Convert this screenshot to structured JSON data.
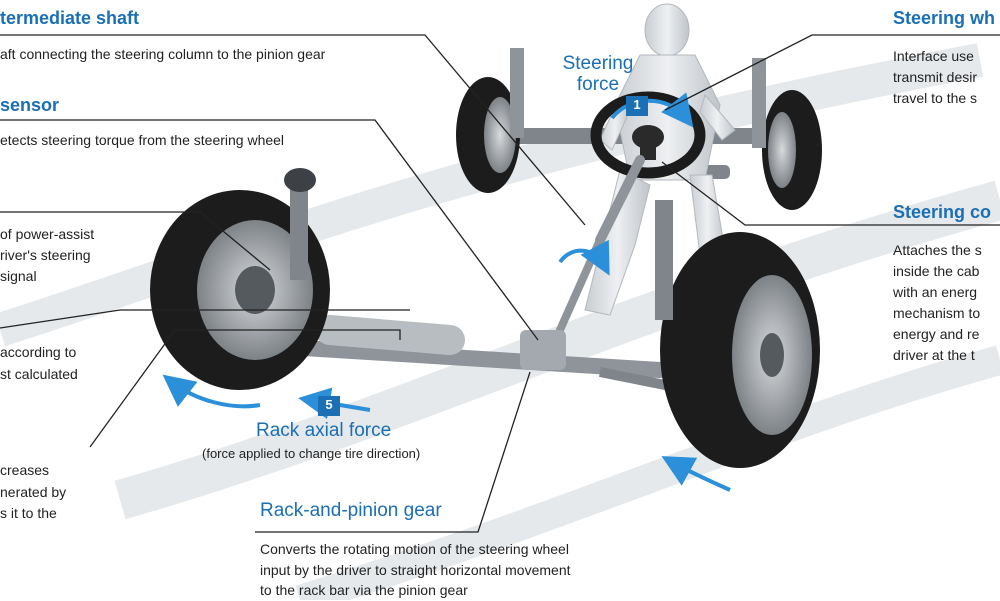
{
  "labels": {
    "intermediate_title": "termediate shaft",
    "intermediate_desc": "aft connecting the steering column to the pinion gear",
    "sensor_title": "sensor",
    "sensor_desc": "etects steering torque from the steering wheel",
    "ecu_line1": "of power-assist",
    "ecu_line2": "river's steering",
    "ecu_line3": "signal",
    "motor_line1": "according to",
    "motor_line2": "st calculated",
    "reducer_line1": "creases",
    "reducer_line2": "nerated by",
    "reducer_line3": "s it to the",
    "steering_wheel_title": "Steering wh",
    "steering_wheel_line1": "Interface use",
    "steering_wheel_line2": "transmit desir",
    "steering_wheel_line3": "travel to the s",
    "column_title": "Steering co",
    "column_line1": "Attaches the s",
    "column_line2": "inside the cab",
    "column_line3": "with an energ",
    "column_line4": "mechanism to",
    "column_line5": "energy and re",
    "column_line6": "driver at the t",
    "steering_force_line1": "Steering",
    "steering_force_line2": "force",
    "rack_force_title": "Rack axial force",
    "rack_force_sub": "(force applied to change tire direction)",
    "rack_pinion_title": "Rack-and-pinion gear",
    "rack_pinion_line1": "Converts the rotating motion of the steering wheel",
    "rack_pinion_line2": "input by the driver to straight horizontal movement",
    "rack_pinion_line3": "to the rack bar via the pinion gear",
    "badge_1": "1",
    "badge_5": "5"
  },
  "colors": {
    "accent": "#1b6fb5",
    "arrow": "#2b8fd9",
    "tire": "#1c1c1c",
    "metal": "#9aa0a6",
    "road": "#e9ecef"
  }
}
